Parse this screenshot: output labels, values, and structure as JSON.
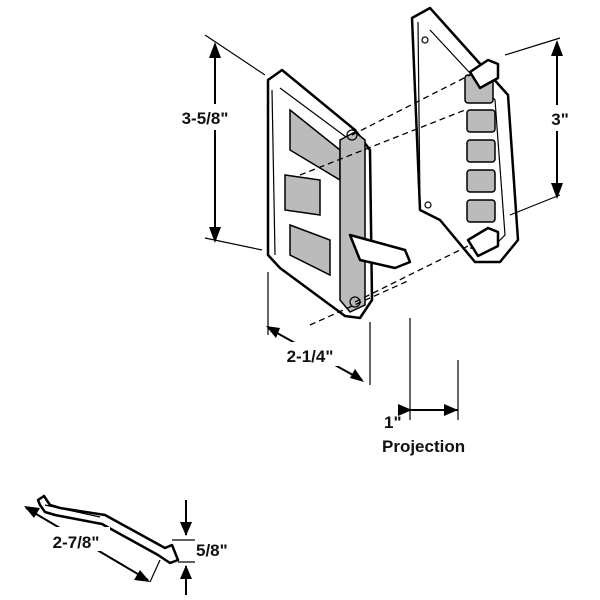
{
  "dimensions": {
    "handle_height": "3-5/8\"",
    "mount_hole_spacing": "3\"",
    "handle_width": "2-1/4\"",
    "projection_value": "1\"",
    "projection_label": "Projection",
    "latch_length": "2-7/8\"",
    "latch_height": "5/8\""
  }
}
